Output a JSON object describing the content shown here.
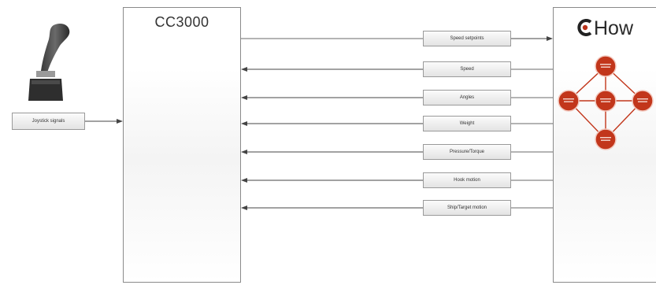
{
  "left_panel": {
    "title": "CC3000"
  },
  "right_panel": {
    "logo_text": "How"
  },
  "joystick": {
    "label": "Joystick signals"
  },
  "signals": [
    {
      "label": "Speed setpoints",
      "direction": "to-chow"
    },
    {
      "label": "Speed",
      "direction": "to-cc3000"
    },
    {
      "label": "Angles",
      "direction": "to-cc3000"
    },
    {
      "label": "Weight",
      "direction": "to-cc3000"
    },
    {
      "label": "Pressure/Torque",
      "direction": "to-cc3000"
    },
    {
      "label": "Hook motion",
      "direction": "to-cc3000"
    },
    {
      "label": "Ship/Target motion",
      "direction": "to-cc3000"
    }
  ],
  "colors": {
    "node_fill": "#c2361b",
    "node_stroke": "#f2c9bf",
    "link": "#c2361b",
    "arrow": "#444444",
    "logo_red": "#b8321a"
  }
}
